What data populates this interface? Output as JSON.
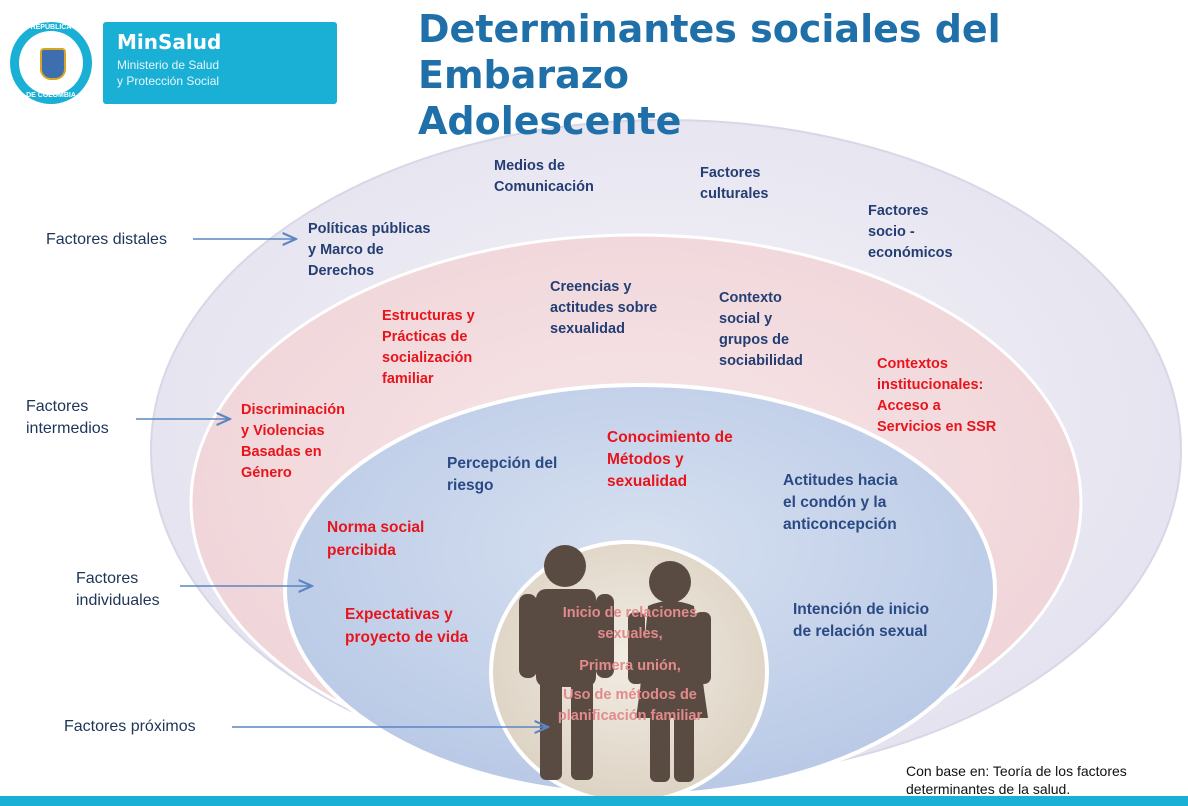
{
  "header": {
    "title_line1": "Determinantes sociales del Embarazo",
    "title_line2": "Adolescente",
    "logo": {
      "brand": "MinSalud",
      "subtitle_line1": "Ministerio de Salud",
      "subtitle_line2": "y Protección Social",
      "seal_top": "REPÚBLICA",
      "seal_bottom": "DE COLOMBIA"
    }
  },
  "side_labels": {
    "distales": "Factores  distales",
    "intermedios_line1": "Factores",
    "intermedios_line2": "intermedios",
    "individuales_line1": "Factores",
    "individuales_line2": "individuales",
    "proximos": "Factores  próximos"
  },
  "distal_factors": {
    "medios": [
      "Medios de",
      "Comunicación"
    ],
    "culturales": [
      "Factores",
      "culturales"
    ],
    "socioeconomicos": [
      "Factores",
      "socio -",
      "económicos"
    ],
    "politicas": [
      "Políticas públicas",
      "y Marco de",
      "Derechos"
    ]
  },
  "intermediate_factors": {
    "creencias": [
      "Creencias y",
      "actitudes sobre",
      "sexualidad"
    ],
    "contexto_social": [
      "Contexto",
      "social y",
      "grupos de",
      "sociabilidad"
    ],
    "estructuras": [
      "Estructuras y",
      "Prácticas de",
      "socialización",
      "familiar"
    ],
    "contextos_institucionales": [
      "Contextos",
      "institucionales:",
      "Acceso a",
      "Servicios en SSR"
    ],
    "discriminacion": [
      "Discriminación",
      "y Violencias",
      "Basadas en",
      "Género"
    ]
  },
  "individual_factors": {
    "conocimiento": [
      "Conocimiento de",
      "Métodos y",
      "sexualidad"
    ],
    "percepcion": [
      "Percepción del",
      "riesgo"
    ],
    "actitudes": [
      "Actitudes hacia",
      "el condón y la",
      "anticoncepción"
    ],
    "norma": [
      "Norma social",
      "percibida"
    ],
    "expectativas": [
      "Expectativas y",
      "proyecto de vida"
    ],
    "intencion": [
      "Intención de inicio",
      "de relación sexual"
    ]
  },
  "proximal_factors": {
    "inicio": [
      "Inicio de relaciones",
      "sexuales,"
    ],
    "primera": [
      "Primera unión,"
    ],
    "uso": [
      "Uso de métodos de",
      "planificación familiar"
    ]
  },
  "footer": {
    "line1": "Con base en: Teoría de los factores",
    "line2": "determinantes de la salud."
  },
  "colors": {
    "title": "#1f6fa8",
    "brand": "#1ab0d6",
    "navy_text": "#243e73",
    "red_text": "#e8141c",
    "outer_ellipse": "#ecebf3",
    "middle_ellipse": "#f3dfe2",
    "inner_ellipse": "#c9d6ec",
    "center_circle": "#e9e2d6",
    "figures": "#5a4b42",
    "pink_text": "#e38a8d",
    "arrow": "#5b86c2"
  }
}
